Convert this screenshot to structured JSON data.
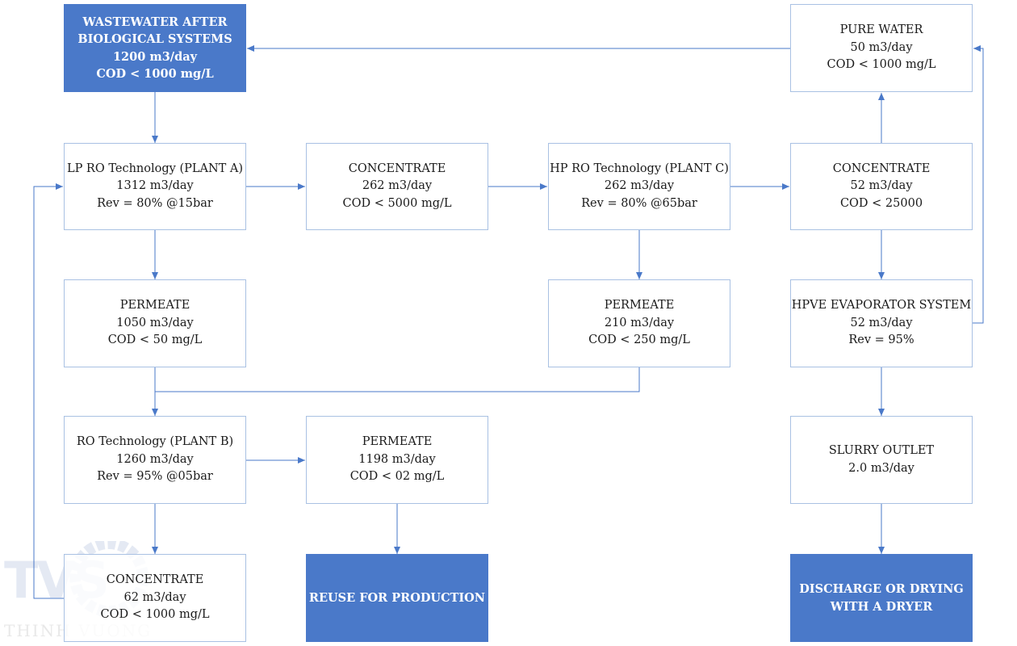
{
  "colors": {
    "box_border": "#a9c1e3",
    "dark_fill": "#4a79c9",
    "line": "#4a79c9"
  },
  "nodes": {
    "wastewater": {
      "lines": [
        "WASTEWATER AFTER",
        "BIOLOGICAL SYSTEMS",
        "1200 m3/day",
        "COD < 1000 mg/L"
      ]
    },
    "pure_water": {
      "lines": [
        "PURE WATER",
        "50 m3/day",
        "COD < 1000 mg/L"
      ]
    },
    "lp_ro": {
      "lines": [
        "LP RO Technology (PLANT A)",
        "1312 m3/day",
        "Rev = 80% @15bar"
      ]
    },
    "conc_a": {
      "lines": [
        "CONCENTRATE",
        "262 m3/day",
        "COD < 5000 mg/L"
      ]
    },
    "hp_ro": {
      "lines": [
        "HP RO Technology (PLANT C)",
        "262 m3/day",
        "Rev = 80% @65bar"
      ]
    },
    "conc_c": {
      "lines": [
        "CONCENTRATE",
        "52 m3/day",
        "COD < 25000"
      ]
    },
    "perm_a": {
      "lines": [
        "PERMEATE",
        "1050 m3/day",
        "COD < 50 mg/L"
      ]
    },
    "perm_c": {
      "lines": [
        "PERMEATE",
        "210 m3/day",
        "COD < 250 mg/L"
      ]
    },
    "hpve": {
      "lines": [
        "HPVE EVAPORATOR SYSTEM",
        "52 m3/day",
        "Rev = 95%"
      ]
    },
    "ro_b": {
      "lines": [
        "RO Technology (PLANT B)",
        "1260 m3/day",
        "Rev = 95% @05bar"
      ]
    },
    "perm_b": {
      "lines": [
        "PERMEATE",
        "1198 m3/day",
        "COD < 02 mg/L"
      ]
    },
    "slurry": {
      "lines": [
        "SLURRY OUTLET",
        "2.0 m3/day"
      ]
    },
    "conc_b": {
      "lines": [
        "CONCENTRATE",
        "62 m3/day",
        "COD < 1000 mg/L"
      ]
    },
    "reuse": {
      "lines": [
        "REUSE FOR PRODUCTION"
      ]
    },
    "discharge": {
      "lines": [
        "DISCHARGE OR DRYING",
        "WITH A DRYER"
      ]
    }
  },
  "watermark": {
    "logo": "TVS",
    "text": "THINH VUONG"
  }
}
